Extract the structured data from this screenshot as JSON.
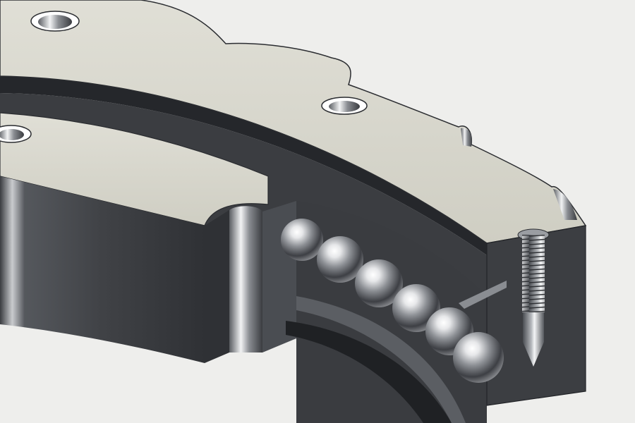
{
  "illustration": {
    "subject": "slewing-ring-bearing-cutaway",
    "parts": [
      "outer-ring",
      "inner-ring",
      "ball-row",
      "mounting-holes",
      "threaded-bolt"
    ],
    "ball_count": 6,
    "mounting_hole_count": 3,
    "has_text": false
  },
  "colors": {
    "background": "#eeeeec",
    "top_face": "#d7d6cc",
    "steel_dark": "#3c3e42",
    "steel_mid": "#55585d",
    "steel_light": "#8e9196",
    "ball_highlight": "#ffffff",
    "ball_shadow": "#2d2f33"
  }
}
